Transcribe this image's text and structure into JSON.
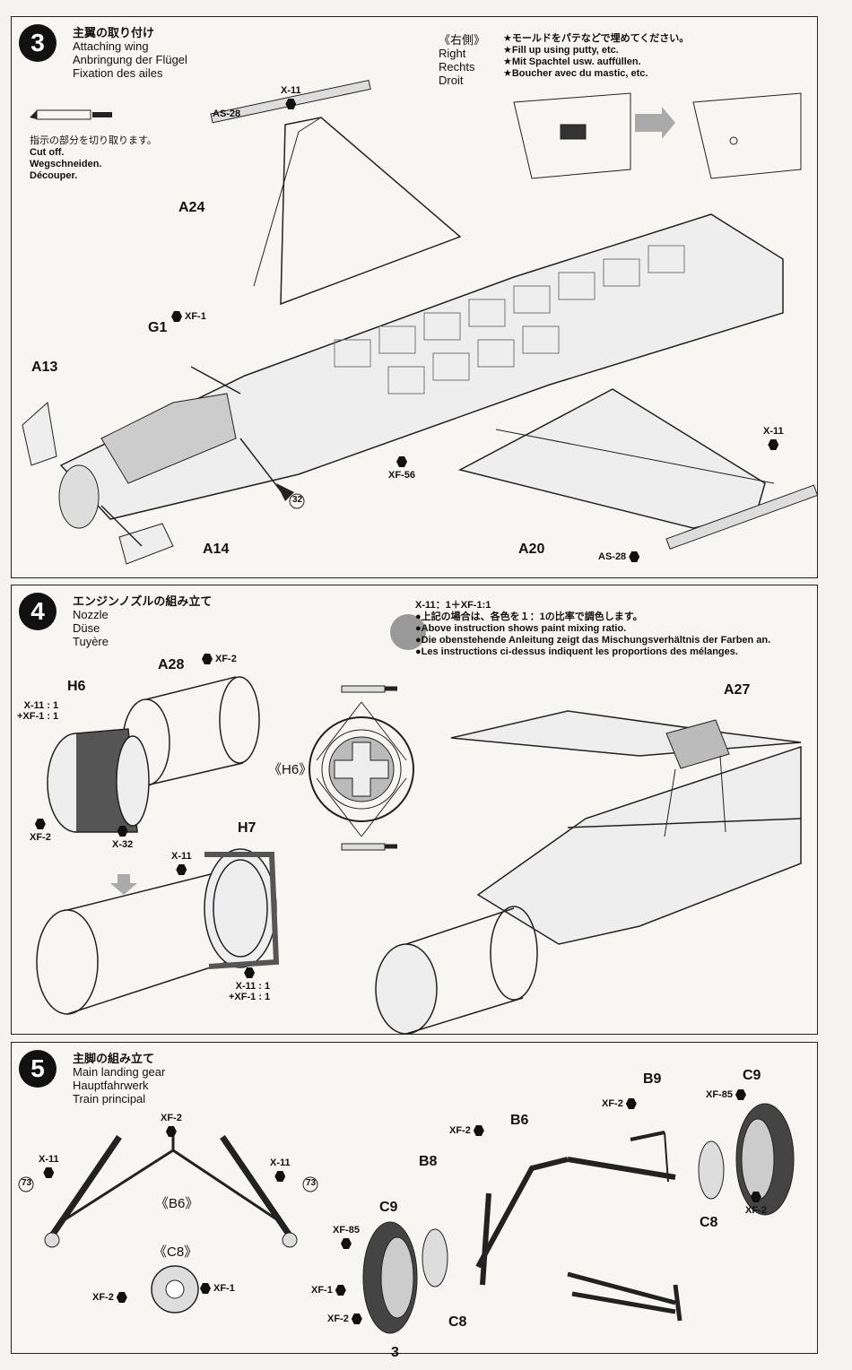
{
  "step3": {
    "number": "3",
    "title_jp": "主翼の取り付け",
    "title_en": "Attaching wing",
    "title_de": "Anbringung der Flügel",
    "title_fr": "Fixation des ailes",
    "cut_jp": "指示の部分を切り取ります。",
    "cut_en": "Cut off.",
    "cut_de": "Wegschneiden.",
    "cut_fr": "Découper.",
    "side_jp": "《右側》",
    "side_en": "Right",
    "side_de": "Rechts",
    "side_fr": "Droit",
    "putty_jp": "★モールドをパテなどで埋めてください。",
    "putty_en": "★Fill up using putty, etc.",
    "putty_de": "★Mit Spachtel usw. auffüllen.",
    "putty_fr": "★Boucher avec du mastic, etc.",
    "parts": {
      "a24": "A24",
      "a13": "A13",
      "a14": "A14",
      "a20": "A20",
      "g1": "G1",
      "as28_top": "AS-28",
      "as28_bottom": "AS-28"
    },
    "paints": {
      "x11_top": "X-11",
      "xf1": "XF-1",
      "xf56": "XF-56",
      "x11_right": "X-11"
    },
    "ref": "32"
  },
  "step4": {
    "number": "4",
    "title_jp": "エンジンノズルの組み立て",
    "title_en": "Nozzle",
    "title_de": "Düse",
    "title_fr": "Tuyère",
    "mix_title": "X-11：1＋XF-1:1",
    "mix_jp": "●上記の場合は、各色を１：1の比率で調色します。",
    "mix_en": "●Above instruction shows paint mixing ratio.",
    "mix_de": "●Die obenstehende Anleitung zeigt das Mischungsverhältnis der Farben an.",
    "mix_fr": "●Les instructions ci-dessus indiquent les proportions des mélanges.",
    "parts": {
      "h6": "H6",
      "h7": "H7",
      "a28": "A28",
      "a27": "A27",
      "h6_detail": "《H6》"
    },
    "paints": {
      "xf2_a28": "XF-2",
      "mix1_a": "X-11 : 1",
      "mix1_b": "+XF-1 : 1",
      "xf2_h6": "XF-2",
      "x32": "X-32",
      "x11_h7": "X-11",
      "mix2_a": "X-11 : 1",
      "mix2_b": "+XF-1 : 1"
    }
  },
  "step5": {
    "number": "5",
    "title_jp": "主脚の組み立て",
    "title_en": "Main landing gear",
    "title_de": "Hauptfahrwerk",
    "title_fr": "Train principal",
    "parts": {
      "b6_detail": "《B6》",
      "c8_detail": "《C8》",
      "b6": "B6",
      "b8": "B8",
      "b9": "B9",
      "c9_left": "C9",
      "c9_right": "C9",
      "c8_left": "C8",
      "c8_right": "C8"
    },
    "paints": {
      "xf2_top": "XF-2",
      "x11_left": "X-11",
      "x11_right": "X-11",
      "xf2_c8": "XF-2",
      "xf1_c8": "XF-1",
      "xf2_b8": "XF-2",
      "xf85_left": "XF-85",
      "xf1_wheel": "XF-1",
      "xf2_wheel": "XF-2",
      "xf2_b9": "XF-2",
      "xf85_right": "XF-85",
      "xf2_right": "XF-2"
    },
    "ref": "73"
  },
  "page_number": "3"
}
